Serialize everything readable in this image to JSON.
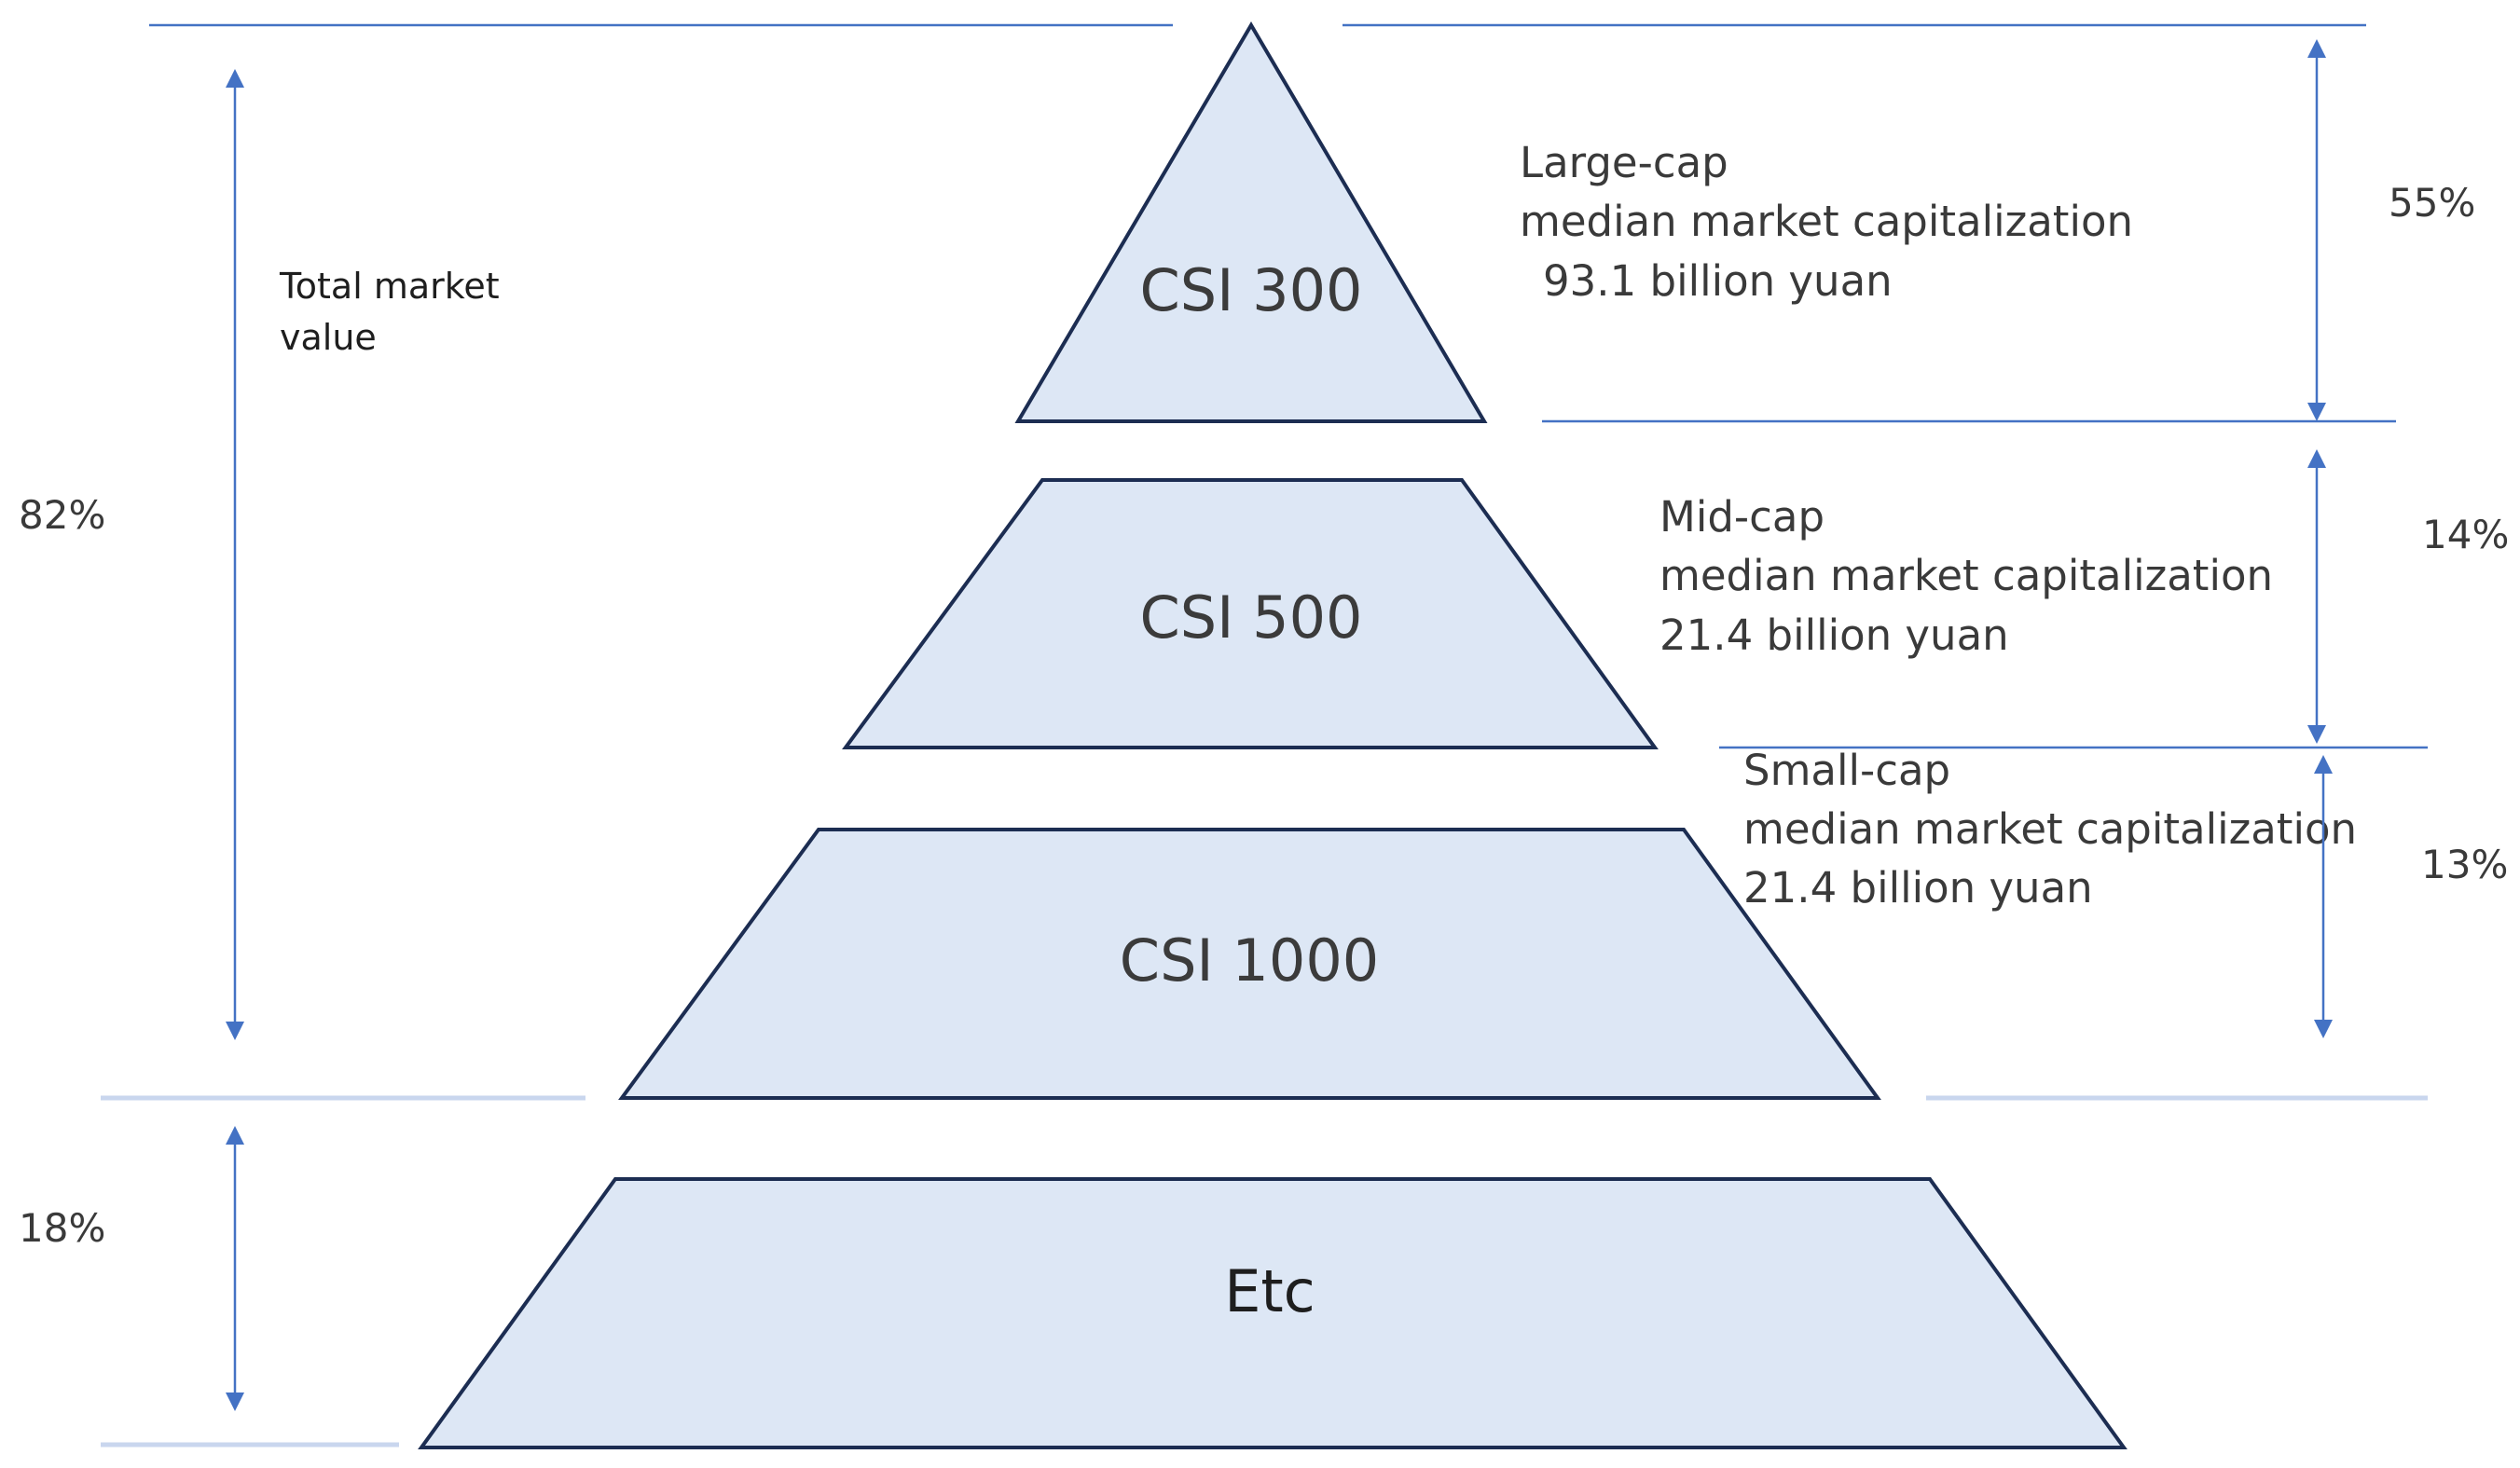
{
  "tiers": {
    "csi300": "CSI 300",
    "csi500": "CSI 500",
    "csi1000": "CSI 1000",
    "etc": "Etc"
  },
  "descriptions": {
    "large_cap": [
      "Large-cap",
      "median market capitalization",
      "93.1 billion yuan"
    ],
    "mid_cap": [
      "Mid-cap",
      "median market capitalization",
      "21.4 billion yuan"
    ],
    "small_cap": [
      "Small-cap",
      "median market capitalization",
      "21.4 billion yuan"
    ]
  },
  "shares": {
    "large_cap": "55%",
    "mid_cap": "14%",
    "small_cap": "13%",
    "indexed_total": "82%",
    "other": "18%"
  },
  "total_note": [
    "Total market",
    "value"
  ],
  "colors": {
    "tier_fill": "#dde7f5",
    "tier_stroke": "#1c2d52",
    "arrow": "#4472c4",
    "divider_light": "#c9d6ee"
  }
}
